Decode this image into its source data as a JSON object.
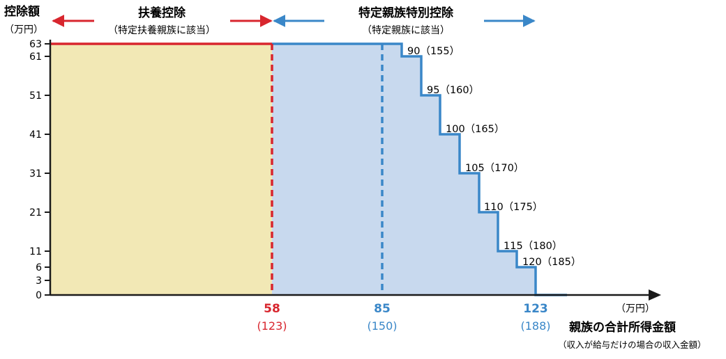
{
  "header": {
    "y_title": "控除額",
    "y_unit": "（万円）",
    "fuyo_title": "扶養控除",
    "fuyo_sub": "（特定扶養親族に該当）",
    "tokutei_title": "特定親族特別控除",
    "tokutei_sub": "（特定親族に該当）"
  },
  "x_axis": {
    "unit": "（万円）",
    "title": "親族の合計所得金額",
    "subtitle": "（収入が給与だけの場合の収入金額）"
  },
  "colors": {
    "fuyo_fill": "#f2e8b5",
    "tokutei_fill": "#c8d9ee",
    "red": "#d8262e",
    "blue": "#3a87c8",
    "axis": "#1a1a1a"
  },
  "chart_data": {
    "type": "area",
    "xlabel": "親族の合計所得金額",
    "ylabel": "控除額",
    "yticks": [
      0,
      3,
      6,
      11,
      21,
      31,
      41,
      51,
      61,
      63
    ],
    "ytick_labels": [
      "0",
      "3",
      "6",
      "11",
      "21",
      "31",
      "41",
      "51",
      "61",
      "63"
    ],
    "x_markers": [
      {
        "value": 58,
        "label": "58",
        "sub": "(123)",
        "color": "red"
      },
      {
        "value": 85,
        "label": "85",
        "sub": "(150)",
        "color": "blue"
      },
      {
        "value": 123,
        "label": "123",
        "sub": "(188)",
        "color": "blue"
      }
    ],
    "step_labels": [
      {
        "label": "90（155）",
        "y": 61
      },
      {
        "label": "95（160）",
        "y": 51
      },
      {
        "label": "100（165）",
        "y": 41
      },
      {
        "label": "105（170）",
        "y": 31
      },
      {
        "label": "110（175）",
        "y": 21
      },
      {
        "label": "115（180）",
        "y": 11
      },
      {
        "label": "120（185）",
        "y": 6
      }
    ],
    "series": [
      {
        "x": [
          0,
          58
        ],
        "y": [
          63,
          63
        ]
      },
      {
        "x": [
          58,
          85,
          90,
          95,
          100,
          105,
          110,
          115,
          120,
          123
        ],
        "y": [
          63,
          63,
          61,
          51,
          41,
          31,
          21,
          11,
          6,
          3
        ]
      }
    ],
    "ylim": [
      0,
      63
    ]
  }
}
